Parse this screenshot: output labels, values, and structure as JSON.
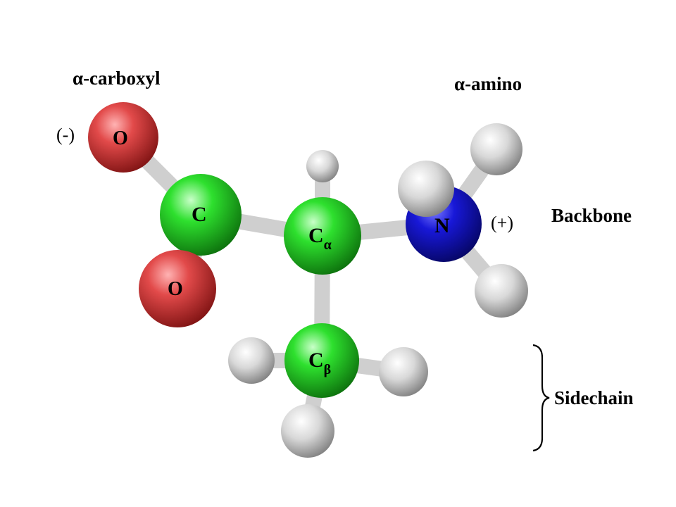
{
  "labels": {
    "alpha_carboxyl": "α-carboxyl",
    "alpha_amino": "α-amino",
    "backbone": "Backbone",
    "sidechain": "Sidechain",
    "neg_charge": "(-)",
    "pos_charge": "(+)"
  },
  "atoms": {
    "o_top": "O",
    "o_bottom": "O",
    "c_carbonyl": "C",
    "c_alpha_main": "C",
    "c_alpha_sub": "α",
    "c_beta_main": "C",
    "c_beta_sub": "β",
    "n": "N"
  },
  "colors": {
    "oxygen": "#d93a3a",
    "carbon": "#2fd42f",
    "nitrogen": "#1717d8",
    "hydrogen": "#d6d6d6",
    "bond": "#d0d0d0"
  }
}
